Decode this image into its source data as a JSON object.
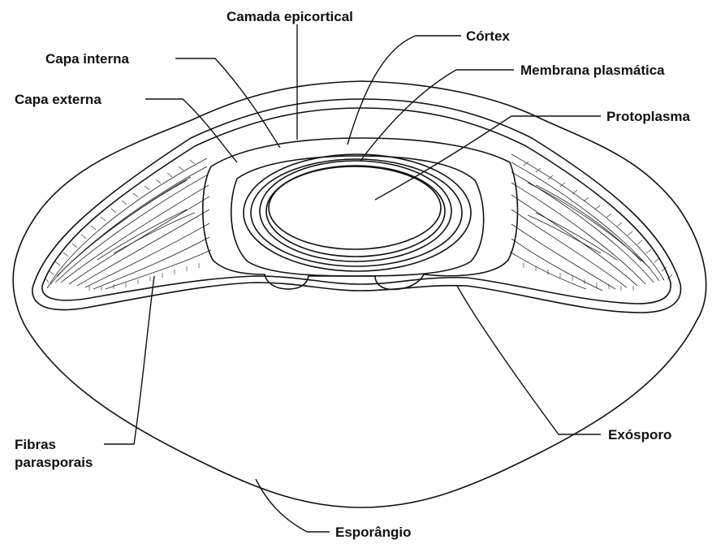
{
  "labels": {
    "camada_epicortical": "Camada epicortical",
    "cortex": "Córtex",
    "capa_interna": "Capa interna",
    "membrana_plasmatica": "Membrana plasmática",
    "capa_externa": "Capa externa",
    "protoplasma": "Protoplasma",
    "fibras_line1": "Fibras",
    "fibras_line2": "parasporais",
    "exosporo": "Exósporo",
    "esporangio": "Esporângio"
  }
}
